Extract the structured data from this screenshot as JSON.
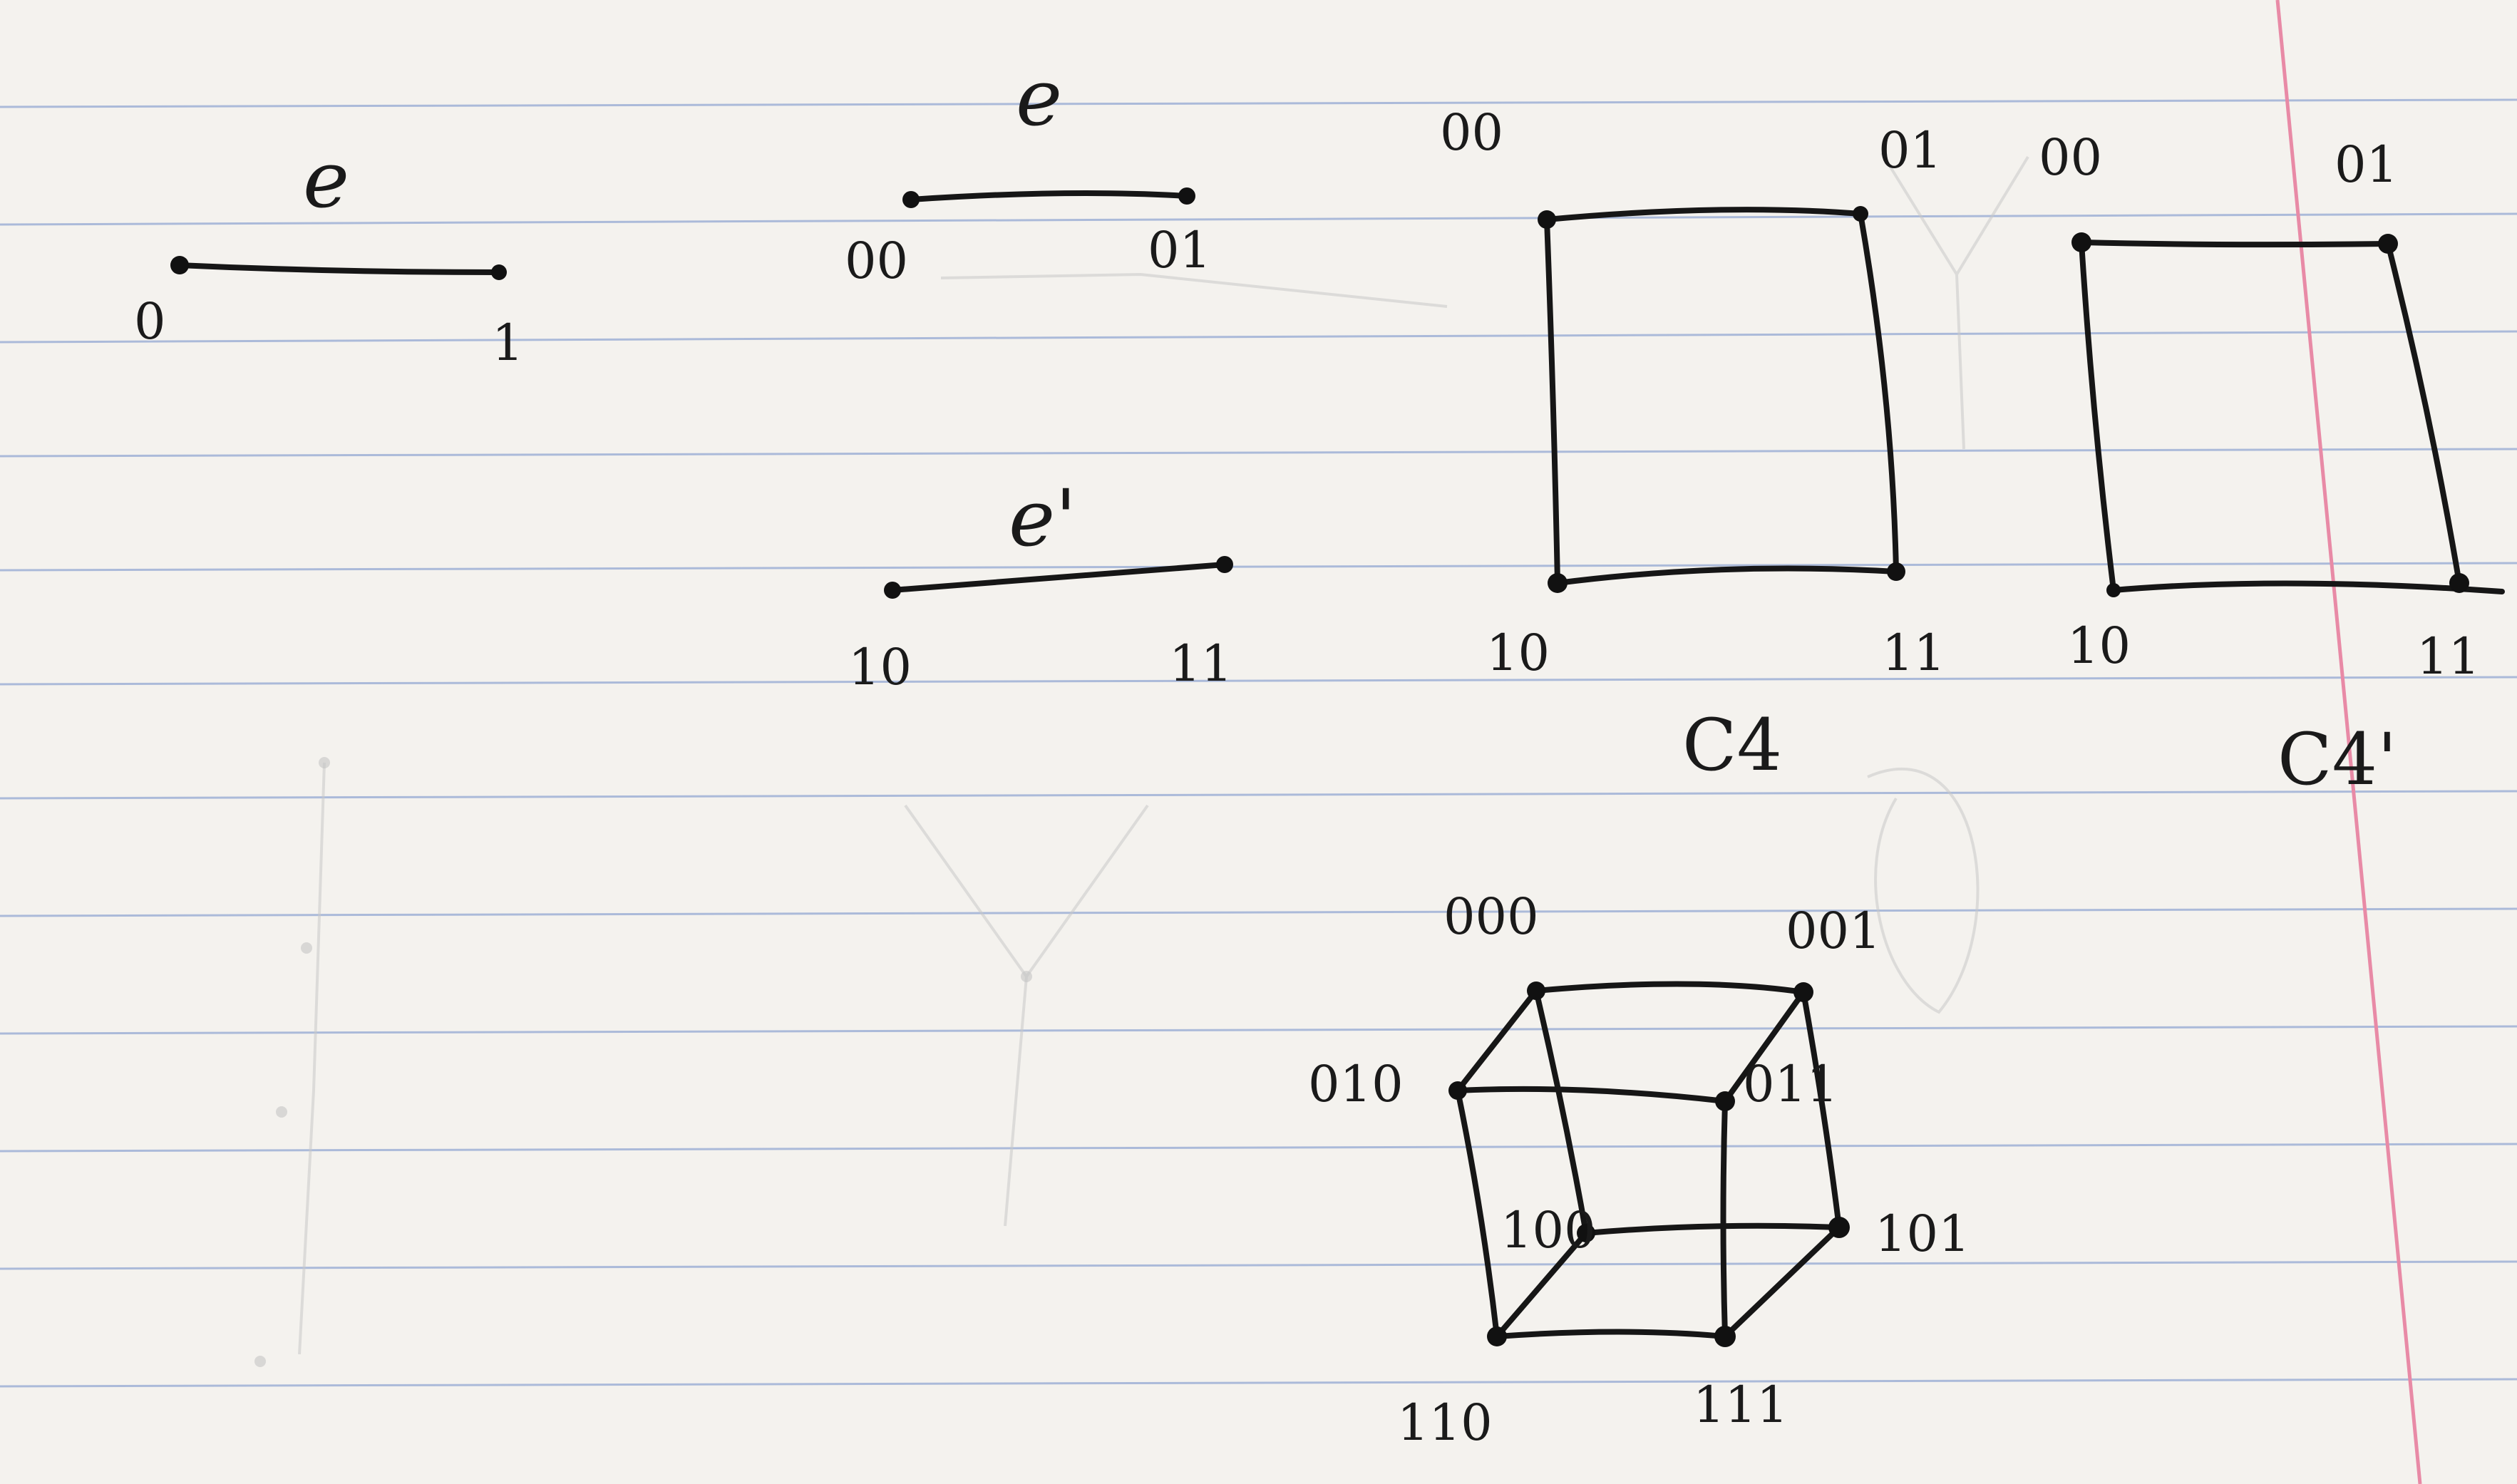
{
  "segment_e": {
    "title": "e",
    "left_label": "0",
    "right_label": "1"
  },
  "segment_e2": {
    "title": "e",
    "left_label": "00",
    "right_label": "01"
  },
  "segment_e_prime": {
    "title": "e'",
    "left_label": "10",
    "right_label": "11"
  },
  "square_c4": {
    "caption": "C4",
    "labels": {
      "tl": "00",
      "tr": "01",
      "bl": "10",
      "br": "11"
    }
  },
  "square_c4_prime": {
    "caption": "C4'",
    "labels": {
      "tl": "00",
      "tr": "01",
      "bl": "10",
      "br": "11"
    }
  },
  "cube": {
    "labels": {
      "v000": "000",
      "v001": "001",
      "v010": "010",
      "v011": "011",
      "v100": "100",
      "v101": "101",
      "v110": "110",
      "v111": "111"
    }
  },
  "colors": {
    "paper": "#f4f2ee",
    "ink": "#161616",
    "rule_lines": "#9fb1d6",
    "margin_line": "#e88aa6"
  }
}
